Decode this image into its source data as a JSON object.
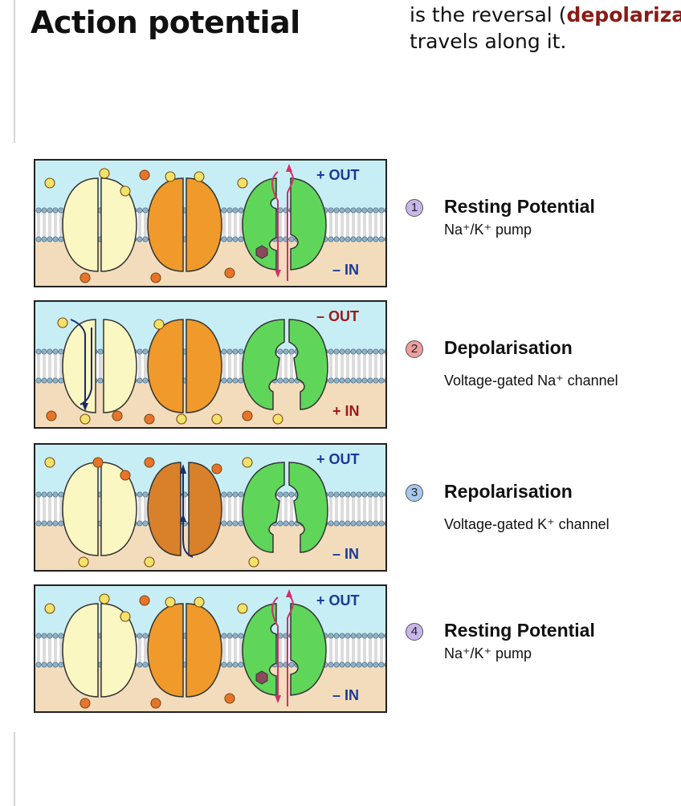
{
  "title": "Action potential",
  "description": {
    "line1_start": "is the reversal (",
    "line1_highlight": "depolariza",
    "line2": "travels along it."
  },
  "colors": {
    "outside": "#c8eef5",
    "inside": "#f3dcbc",
    "membrane_head": "#8fb1c6",
    "na_channel": "#fbf7c2",
    "k_channel": "#ef9a2a",
    "pump": "#5fd65a",
    "na_ion": "#f3e26a",
    "k_ion": "#e8742a",
    "polarity_blue": "#1a3a9a",
    "polarity_red": "#9a1a1a",
    "highlight": "#8a1a14"
  },
  "panels": [
    {
      "step": "1",
      "title": "Resting Potential",
      "subtitle": "Na⁺/K⁺ pump",
      "out_sign": "+ OUT",
      "in_sign": "– IN",
      "num_color": "#c9b7ea",
      "variant": "resting"
    },
    {
      "step": "2",
      "title": "Depolarisation",
      "subtitle": "Voltage-gated Na⁺ channel",
      "out_sign": "– OUT",
      "in_sign": "+ IN",
      "num_color": "#ec9f9f",
      "variant": "depol"
    },
    {
      "step": "3",
      "title": "Repolarisation",
      "subtitle": "Voltage-gated K⁺ channel",
      "out_sign": "+ OUT",
      "in_sign": "– IN",
      "num_color": "#a8c9ee",
      "variant": "repol"
    },
    {
      "step": "4",
      "title": "Resting Potential",
      "subtitle": "Na⁺/K⁺ pump",
      "out_sign": "+ OUT",
      "in_sign": "– IN",
      "num_color": "#c9b7ea",
      "variant": "resting"
    }
  ]
}
